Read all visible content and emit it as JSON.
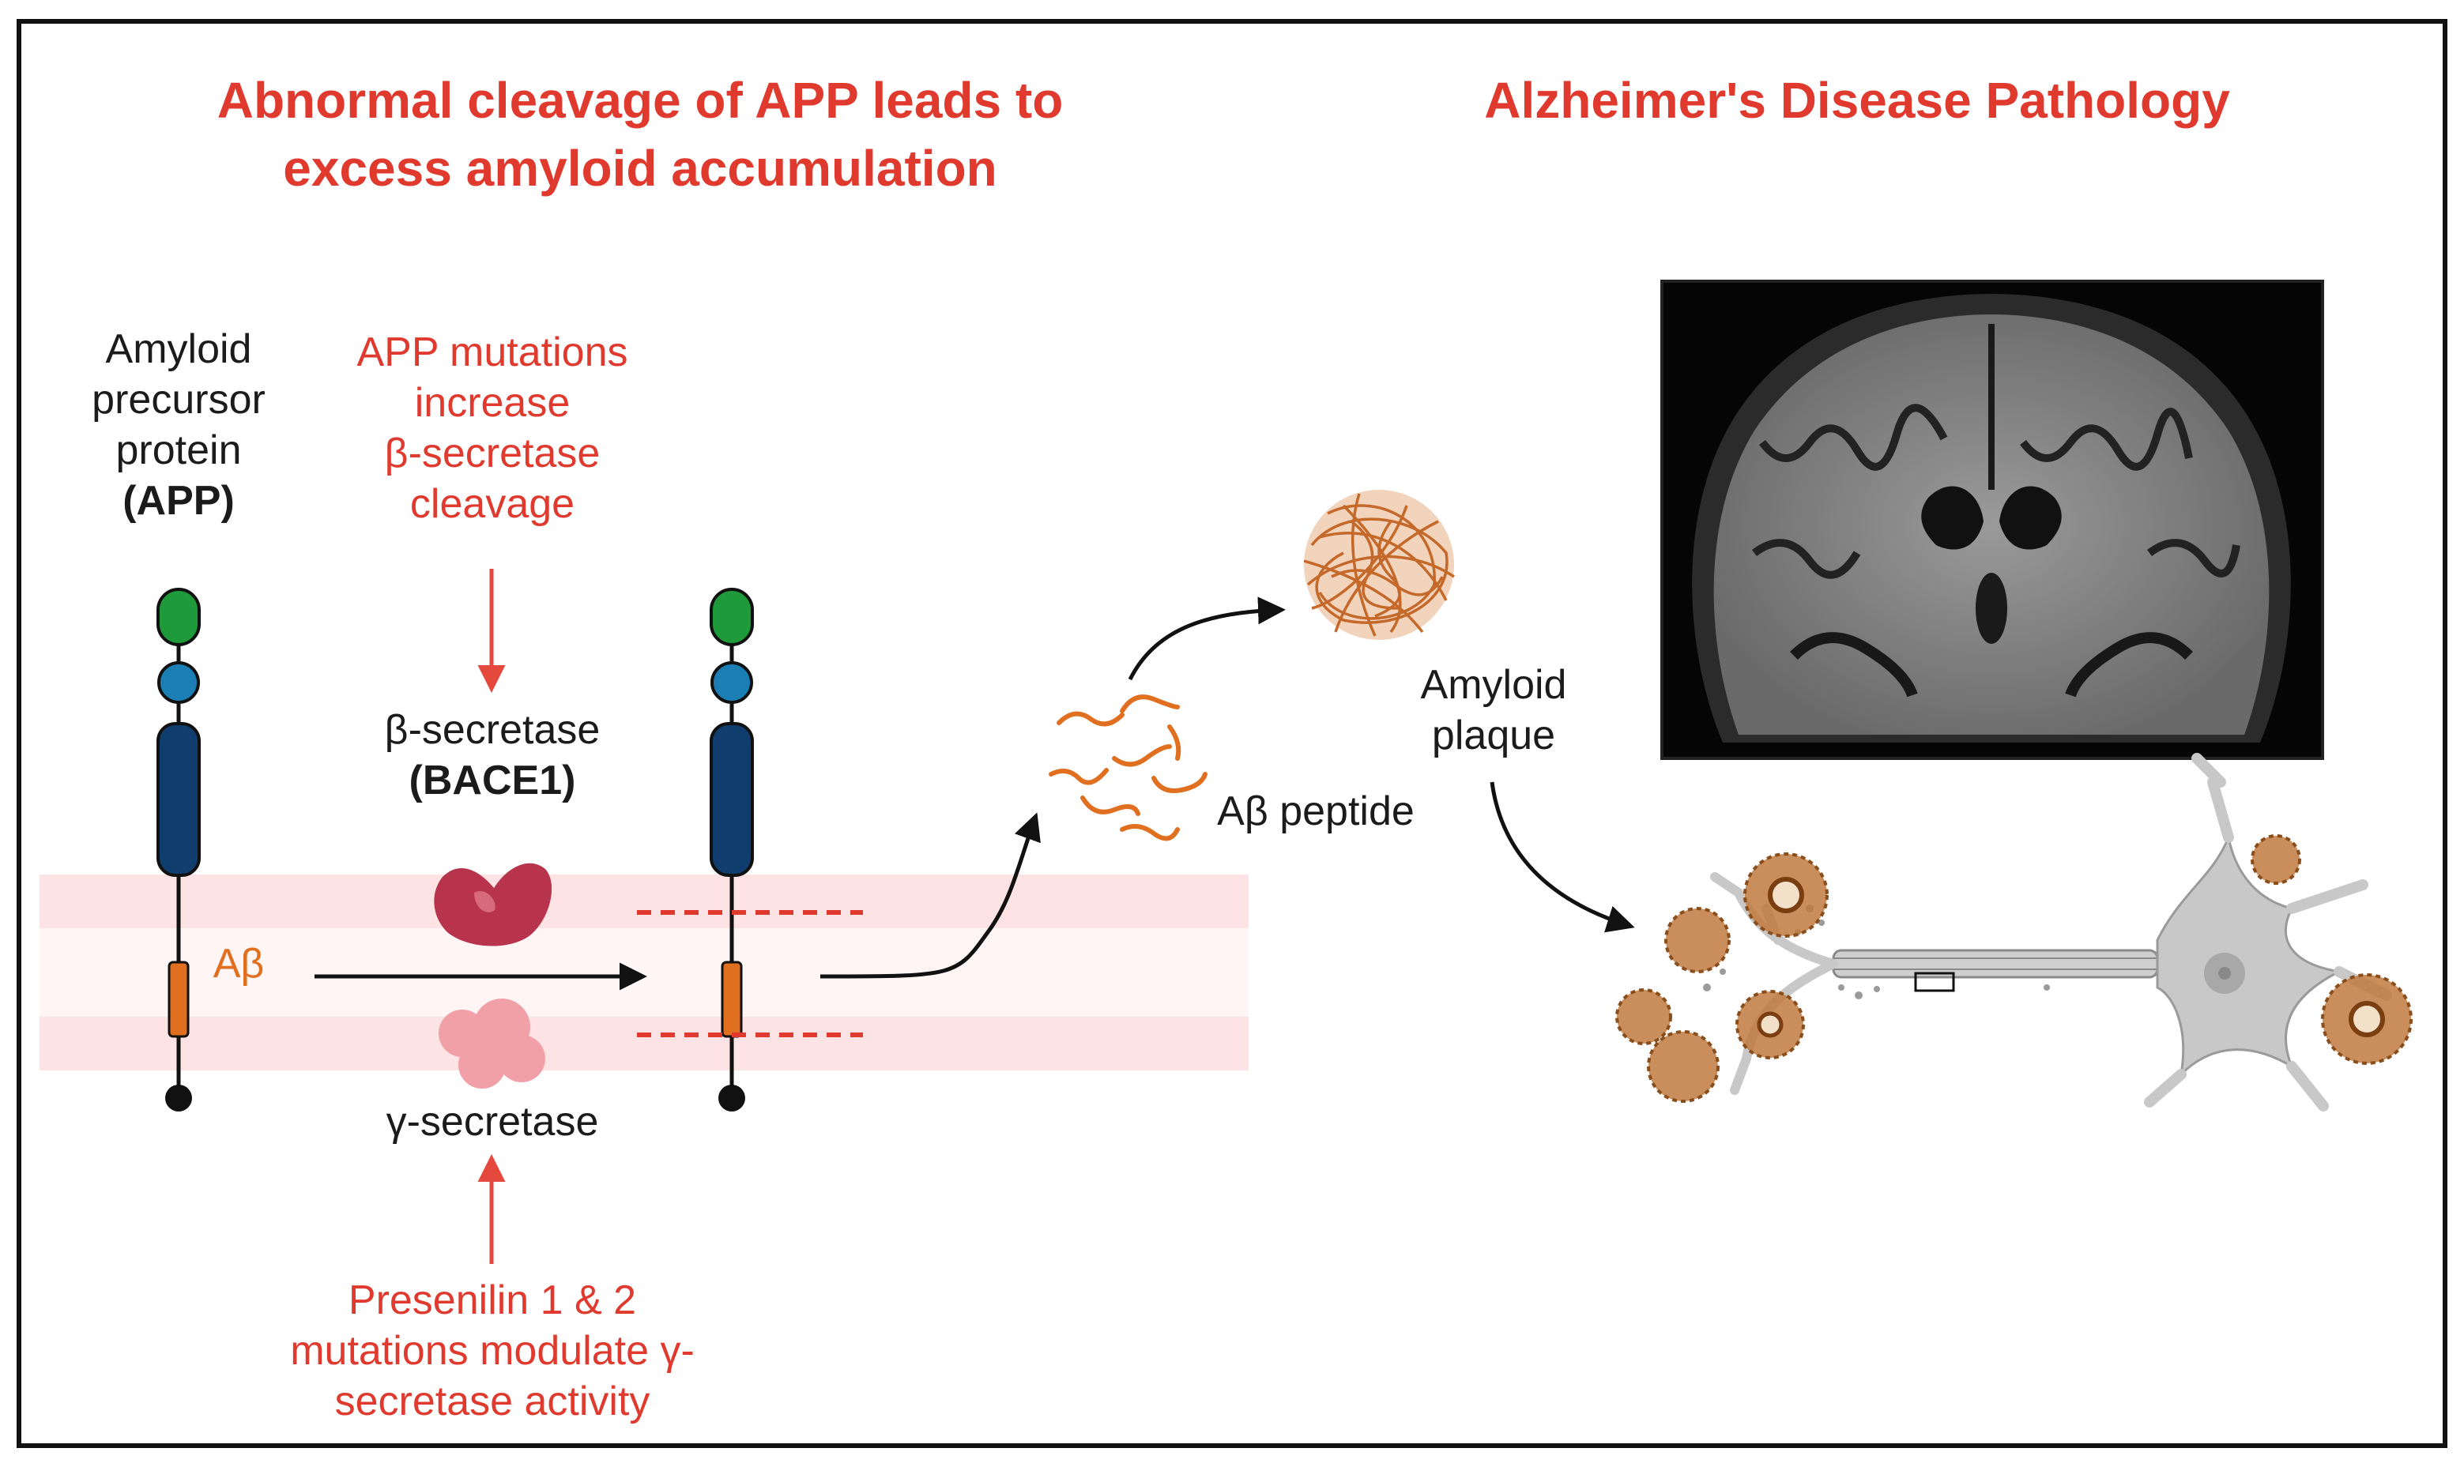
{
  "headings": {
    "left_line1": "Abnormal cleavage of APP leads to",
    "left_line2": "excess amyloid accumulation",
    "right": "Alzheimer's Disease Pathology"
  },
  "labels": {
    "app_line1": "Amyloid",
    "app_line2": "precursor",
    "app_line3": "protein",
    "app_line4": "(APP)",
    "app_mut_line1": "APP mutations",
    "app_mut_line2": "increase",
    "app_mut_line3": "β-secretase",
    "app_mut_line4": "cleavage",
    "beta_line1": "β-secretase",
    "beta_line2": "(BACE1)",
    "gamma": "γ-secretase",
    "abeta": "Aβ",
    "abeta_peptide": "Aβ peptide",
    "plaque_line1": "Amyloid",
    "plaque_line2": "plaque",
    "psen_line1": "Presenilin 1 & 2",
    "psen_line2": "mutations modulate γ-",
    "psen_line3": "secretase activity"
  },
  "colors": {
    "heading_red": "#e03a2f",
    "arrow_red": "#e5483d",
    "abeta_orange": "#e07020",
    "membrane_pink": "#fde3e3",
    "domain_green": "#1f9a3a",
    "domain_teal": "#1b7fb6",
    "domain_navy": "#0f3e6e",
    "bace1_crimson": "#b8344c",
    "gamma_pink": "#f2a0a8",
    "plaque_brown": "#b87333",
    "neuron_grey": "#c8c8c8"
  },
  "icons": [
    "bace1-enzyme-icon",
    "gamma-secretase-enzyme-icon",
    "amyloid-plaque-icon",
    "brain-mri-image",
    "neuron-icon"
  ]
}
